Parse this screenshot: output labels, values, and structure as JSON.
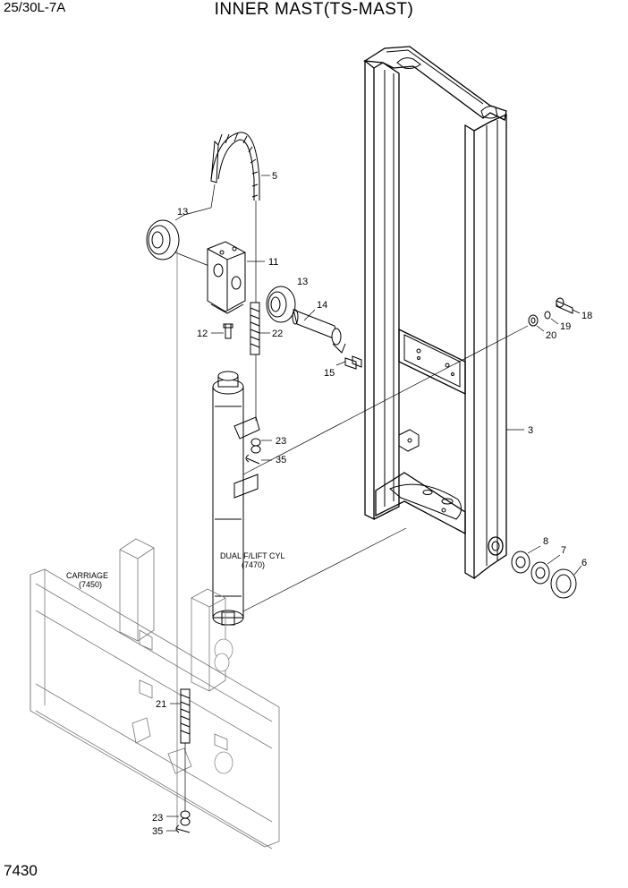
{
  "header": {
    "model": "25/30L-7A",
    "title": "INNER MAST(TS-MAST)"
  },
  "footer": {
    "page_code": "7430"
  },
  "references": {
    "carriage": {
      "name": "CARRIAGE",
      "code": "(7450)"
    },
    "cylinder": {
      "name": "DUAL F/LIFT CYL",
      "code": "(7470)"
    }
  },
  "parts": [
    {
      "id": "p3",
      "number": "3",
      "part": "inner-mast"
    },
    {
      "id": "p5",
      "number": "5",
      "part": "chain"
    },
    {
      "id": "p6",
      "number": "6",
      "part": "roller-bearing"
    },
    {
      "id": "p7",
      "number": "7",
      "part": "shim"
    },
    {
      "id": "p8",
      "number": "8",
      "part": "shim"
    },
    {
      "id": "p11",
      "number": "11",
      "part": "sheave-bracket"
    },
    {
      "id": "p12",
      "number": "12",
      "part": "bolt"
    },
    {
      "id": "p13a",
      "number": "13",
      "part": "sheave"
    },
    {
      "id": "p13b",
      "number": "13",
      "part": "sheave"
    },
    {
      "id": "p14",
      "number": "14",
      "part": "pin"
    },
    {
      "id": "p15",
      "number": "15",
      "part": "bolt"
    },
    {
      "id": "p18",
      "number": "18",
      "part": "bolt"
    },
    {
      "id": "p19",
      "number": "19",
      "part": "washer"
    },
    {
      "id": "p20",
      "number": "20",
      "part": "spring-washer"
    },
    {
      "id": "p21",
      "number": "21",
      "part": "anchor-bolt"
    },
    {
      "id": "p22",
      "number": "22",
      "part": "anchor-bolt"
    },
    {
      "id": "p23a",
      "number": "23",
      "part": "nut"
    },
    {
      "id": "p23b",
      "number": "23",
      "part": "nut"
    },
    {
      "id": "p35a",
      "number": "35",
      "part": "split-pin"
    },
    {
      "id": "p35b",
      "number": "35",
      "part": "split-pin"
    }
  ]
}
